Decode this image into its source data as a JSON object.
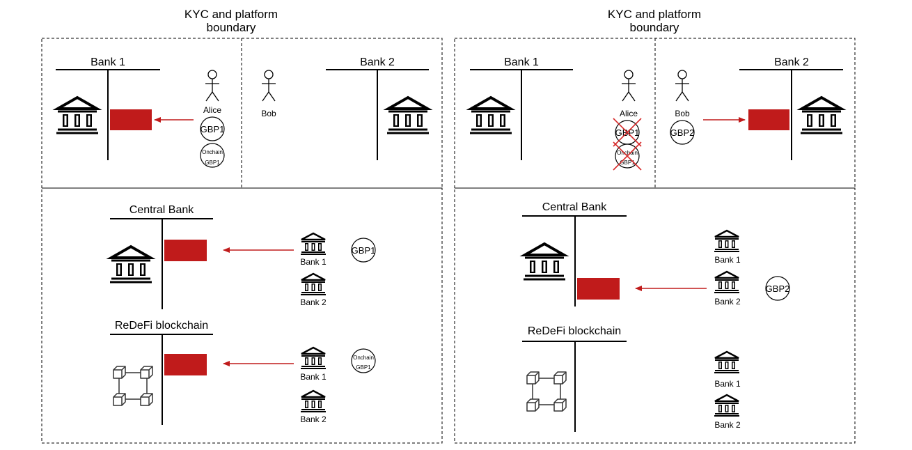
{
  "left": {
    "boundary_title": [
      "KYC and platform",
      "boundary"
    ],
    "bank1_title": "Bank 1",
    "bank2_title": "Bank 2",
    "alice": "Alice",
    "bob": "Bob",
    "alice_token": "GBP1",
    "alice_onchain": [
      "Onchain",
      "GBP1"
    ],
    "central_bank_title": "Central Bank",
    "cb_bank1": "Bank 1",
    "cb_bank2": "Bank 2",
    "cb_token": "GBP1",
    "redefi_title": "ReDeFi blockchain",
    "rd_bank1": "Bank 1",
    "rd_bank2": "Bank 2",
    "rd_token": [
      "Onchain",
      "GBP1"
    ]
  },
  "right": {
    "boundary_title": [
      "KYC and platform",
      "boundary"
    ],
    "bank1_title": "Bank 1",
    "bank2_title": "Bank 2",
    "alice": "Alice",
    "bob": "Bob",
    "alice_token": "GBP1",
    "alice_onchain": [
      "Onchain",
      "GBP1"
    ],
    "bob_token": "GBP2",
    "central_bank_title": "Central Bank",
    "cb_bank1": "Bank 1",
    "cb_bank2": "Bank 2",
    "cb_token": "GBP2",
    "redefi_title": "ReDeFi blockchain",
    "rd_bank1": "Bank 1",
    "rd_bank2": "Bank 2"
  },
  "colors": {
    "account": "#c01b1b",
    "cross": "#d62828",
    "line": "#000000"
  },
  "icons": [
    "bank-icon",
    "person-icon",
    "blockchain-icon",
    "token-coin"
  ]
}
